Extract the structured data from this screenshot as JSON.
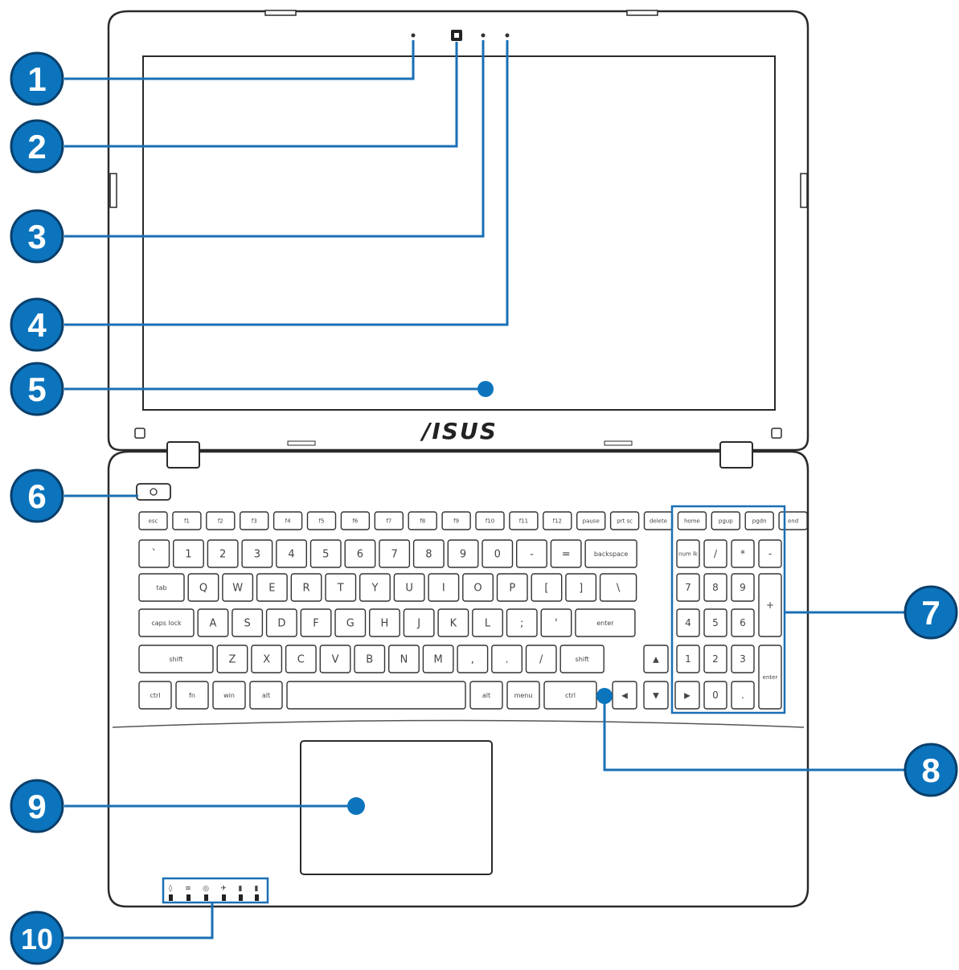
{
  "brand": {
    "logo_text": "/ISUS"
  },
  "callouts": [
    {
      "number": "1",
      "target": "microphone"
    },
    {
      "number": "2",
      "target": "camera"
    },
    {
      "number": "3",
      "target": "camera-indicator"
    },
    {
      "number": "4",
      "target": "microphone-right"
    },
    {
      "number": "5",
      "target": "display-panel"
    },
    {
      "number": "6",
      "target": "power-button"
    },
    {
      "number": "7",
      "target": "numeric-keypad"
    },
    {
      "number": "8",
      "target": "keyboard"
    },
    {
      "number": "9",
      "target": "touchpad"
    },
    {
      "number": "10",
      "target": "status-indicators"
    }
  ],
  "keyboard": {
    "fn_row": [
      "esc",
      "f1",
      "f2",
      "f3",
      "f4",
      "f5",
      "f6",
      "f7",
      "f8",
      "f9",
      "f10",
      "f11",
      "f12",
      "pause",
      "prt sc",
      "delete",
      "home",
      "pgup",
      "pgdn",
      "end"
    ],
    "number_row": [
      "`",
      "1",
      "2",
      "3",
      "4",
      "5",
      "6",
      "7",
      "8",
      "9",
      "0",
      "-",
      "=",
      "backspace"
    ],
    "top_row": [
      "tab",
      "Q",
      "W",
      "E",
      "R",
      "T",
      "Y",
      "U",
      "I",
      "O",
      "P",
      "[",
      "]",
      "\\"
    ],
    "home_row": [
      "caps lock",
      "A",
      "S",
      "D",
      "F",
      "G",
      "H",
      "J",
      "K",
      "L",
      ";",
      "'",
      "enter"
    ],
    "bottom_row": [
      "shift",
      "Z",
      "X",
      "C",
      "V",
      "B",
      "N",
      "M",
      ",",
      ".",
      "/",
      "shift"
    ],
    "space_row": [
      "ctrl",
      "fn",
      "win",
      "alt",
      "",
      "alt",
      "menu",
      "ctrl"
    ],
    "numpad": [
      "num lk",
      "/",
      "*",
      "-",
      "7",
      "8",
      "9",
      "+",
      "4",
      "5",
      "6",
      "1",
      "2",
      "3",
      "enter",
      "0",
      "."
    ]
  },
  "colors": {
    "badge_fill": "#0b74bd",
    "badge_ring": "#0a3f6b",
    "leader_line": "#1a6fb5",
    "outline": "#2a2a2a",
    "key_outline": "#333333"
  }
}
